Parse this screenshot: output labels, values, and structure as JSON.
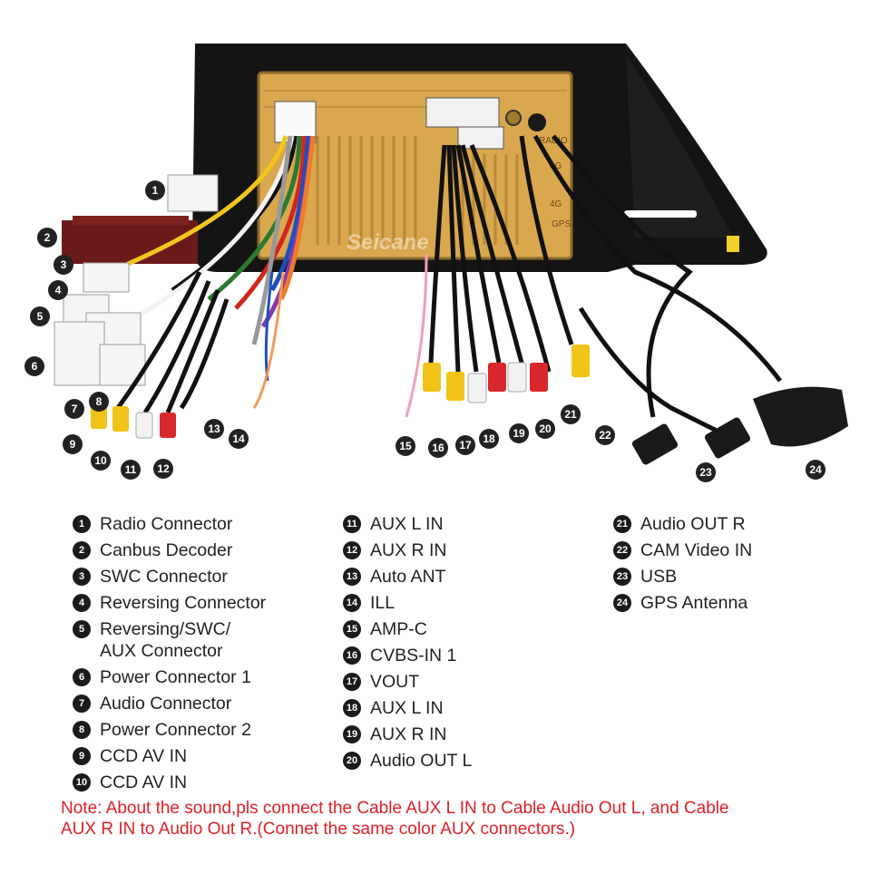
{
  "watermark": "Seicane",
  "head_unit": {
    "labels": [
      "RADIO",
      "4G",
      "4G",
      "GPS"
    ]
  },
  "callouts": [
    "1",
    "2",
    "3",
    "4",
    "5",
    "6",
    "7",
    "8",
    "9",
    "10",
    "11",
    "12",
    "13",
    "14",
    "15",
    "16",
    "17",
    "18",
    "19",
    "20",
    "21",
    "22",
    "23",
    "24"
  ],
  "legend": {
    "col1": [
      {
        "num": "1",
        "label": "Radio Connector"
      },
      {
        "num": "2",
        "label": "Canbus Decoder"
      },
      {
        "num": "3",
        "label": "SWC Connector"
      },
      {
        "num": "4",
        "label": "Reversing Connector"
      },
      {
        "num": "5",
        "label": "Reversing/SWC/",
        "label2": "AUX Connector"
      },
      {
        "num": "6",
        "label": "Power Connector 1"
      },
      {
        "num": "7",
        "label": "Audio Connector"
      },
      {
        "num": "8",
        "label": "Power Connector 2"
      },
      {
        "num": "9",
        "label": "CCD AV IN"
      },
      {
        "num": "10",
        "label": "CCD AV IN"
      }
    ],
    "col2": [
      {
        "num": "11",
        "label": "AUX L IN"
      },
      {
        "num": "12",
        "label": "AUX R IN"
      },
      {
        "num": "13",
        "label": "Auto ANT"
      },
      {
        "num": "14",
        "label": "ILL"
      },
      {
        "num": "15",
        "label": "AMP-C"
      },
      {
        "num": "16",
        "label": "CVBS-IN 1"
      },
      {
        "num": "17",
        "label": "VOUT"
      },
      {
        "num": "18",
        "label": "AUX L IN"
      },
      {
        "num": "19",
        "label": "AUX R IN"
      },
      {
        "num": "20",
        "label": "Audio OUT L"
      }
    ],
    "col3": [
      {
        "num": "21",
        "label": "Audio OUT R"
      },
      {
        "num": "22",
        "label": "CAM Video IN"
      },
      {
        "num": "23",
        "label": "USB"
      },
      {
        "num": "24",
        "label": "GPS Antenna"
      }
    ]
  },
  "note": {
    "line1": "Note: About the sound,pls connect the Cable AUX L IN to Cable Audio Out L, and Cable",
    "line2": "AUX R IN to  Audio Out R.(Connet the same color AUX connectors.)"
  },
  "colors": {
    "note_red": "#e21e26",
    "panel_gold": "#d9a74e",
    "frame_black": "#151515",
    "rca_yellow": "#f1c318",
    "rca_red": "#d9272e",
    "rca_white": "#f2f2f2"
  }
}
